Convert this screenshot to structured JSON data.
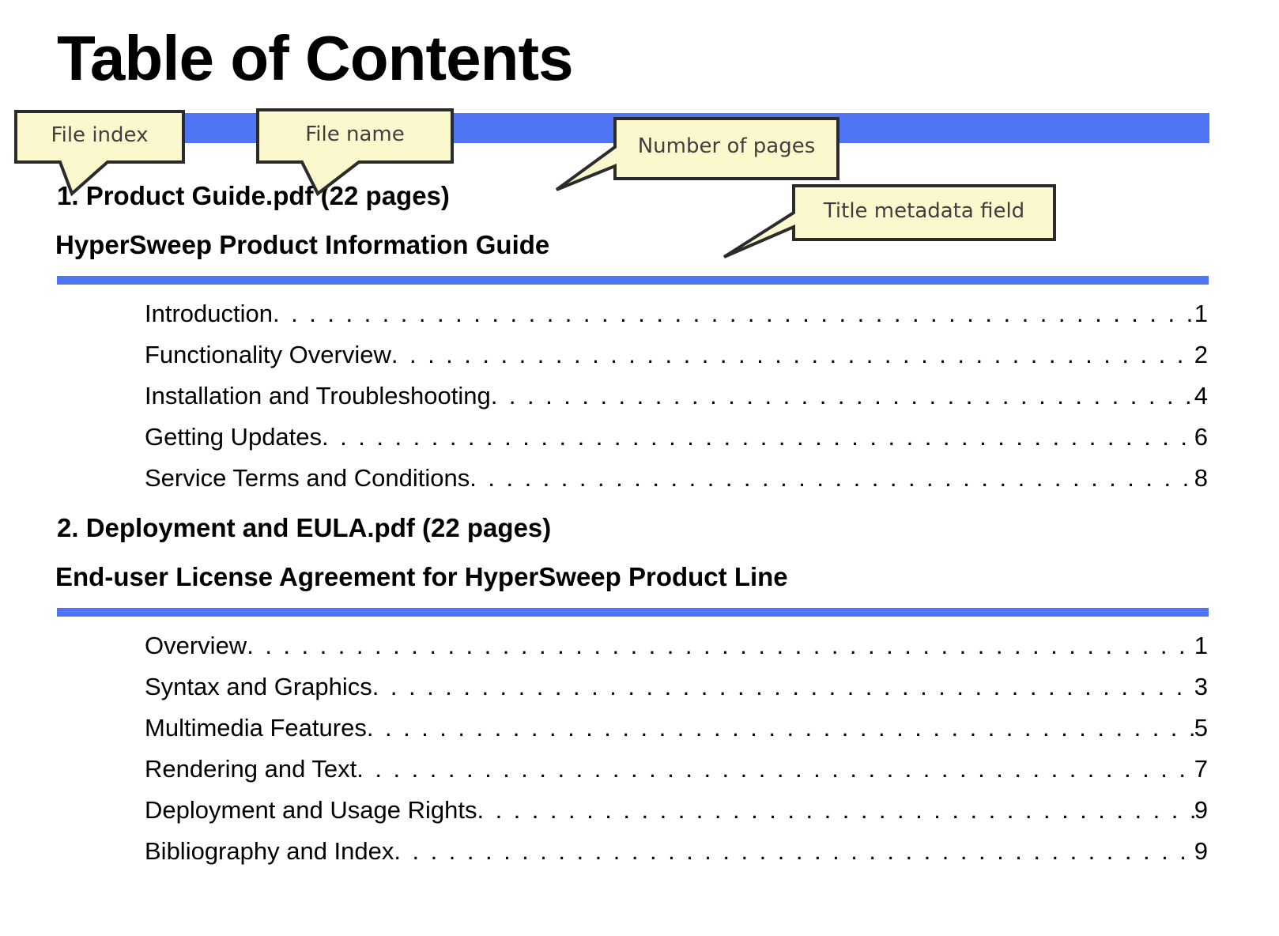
{
  "document": {
    "title": "Table of Contents"
  },
  "theme": {
    "rule_color": "#4f75f4",
    "callout_fill": "#fbf8cd",
    "callout_stroke": "#2b2b2b",
    "callout_text_color": "#3f3f3f",
    "text_color": "#000000",
    "background": "#ffffff"
  },
  "sections": [
    {
      "file_index": "1.",
      "file_name": "Product Guide.pdf",
      "page_count_label": "(22 pages)",
      "file_heading": "1. Product Guide.pdf (22 pages)",
      "title_metadata": "HyperSweep Product Information Guide",
      "entries": [
        {
          "label": "Introduction",
          "page": "1"
        },
        {
          "label": "Functionality Overview",
          "page": "2"
        },
        {
          "label": "Installation and Troubleshooting",
          "page": "4"
        },
        {
          "label": "Getting Updates",
          "page": "6"
        },
        {
          "label": "Service Terms and Conditions",
          "page": "8"
        }
      ]
    },
    {
      "file_index": "2.",
      "file_name": "Deployment and EULA.pdf",
      "page_count_label": "(22 pages)",
      "file_heading": "2. Deployment and EULA.pdf (22 pages)",
      "title_metadata": "End-user License Agreement for HyperSweep Product Line",
      "entries": [
        {
          "label": "Overview",
          "page": "1"
        },
        {
          "label": "Syntax and Graphics",
          "page": "3"
        },
        {
          "label": "Multimedia Features",
          "page": "5"
        },
        {
          "label": "Rendering and Text",
          "page": "7"
        },
        {
          "label": "Deployment and Usage Rights",
          "page": "9"
        },
        {
          "label": "Bibliography and Index",
          "page": "9"
        }
      ]
    }
  ],
  "callouts": [
    {
      "id": "file-index",
      "label": "File index"
    },
    {
      "id": "file-name",
      "label": "File name"
    },
    {
      "id": "number-of-pages",
      "label": "Number of pages"
    },
    {
      "id": "title-metadata-field",
      "label": "Title metadata field"
    }
  ],
  "leader": {
    "dot_char": "."
  }
}
